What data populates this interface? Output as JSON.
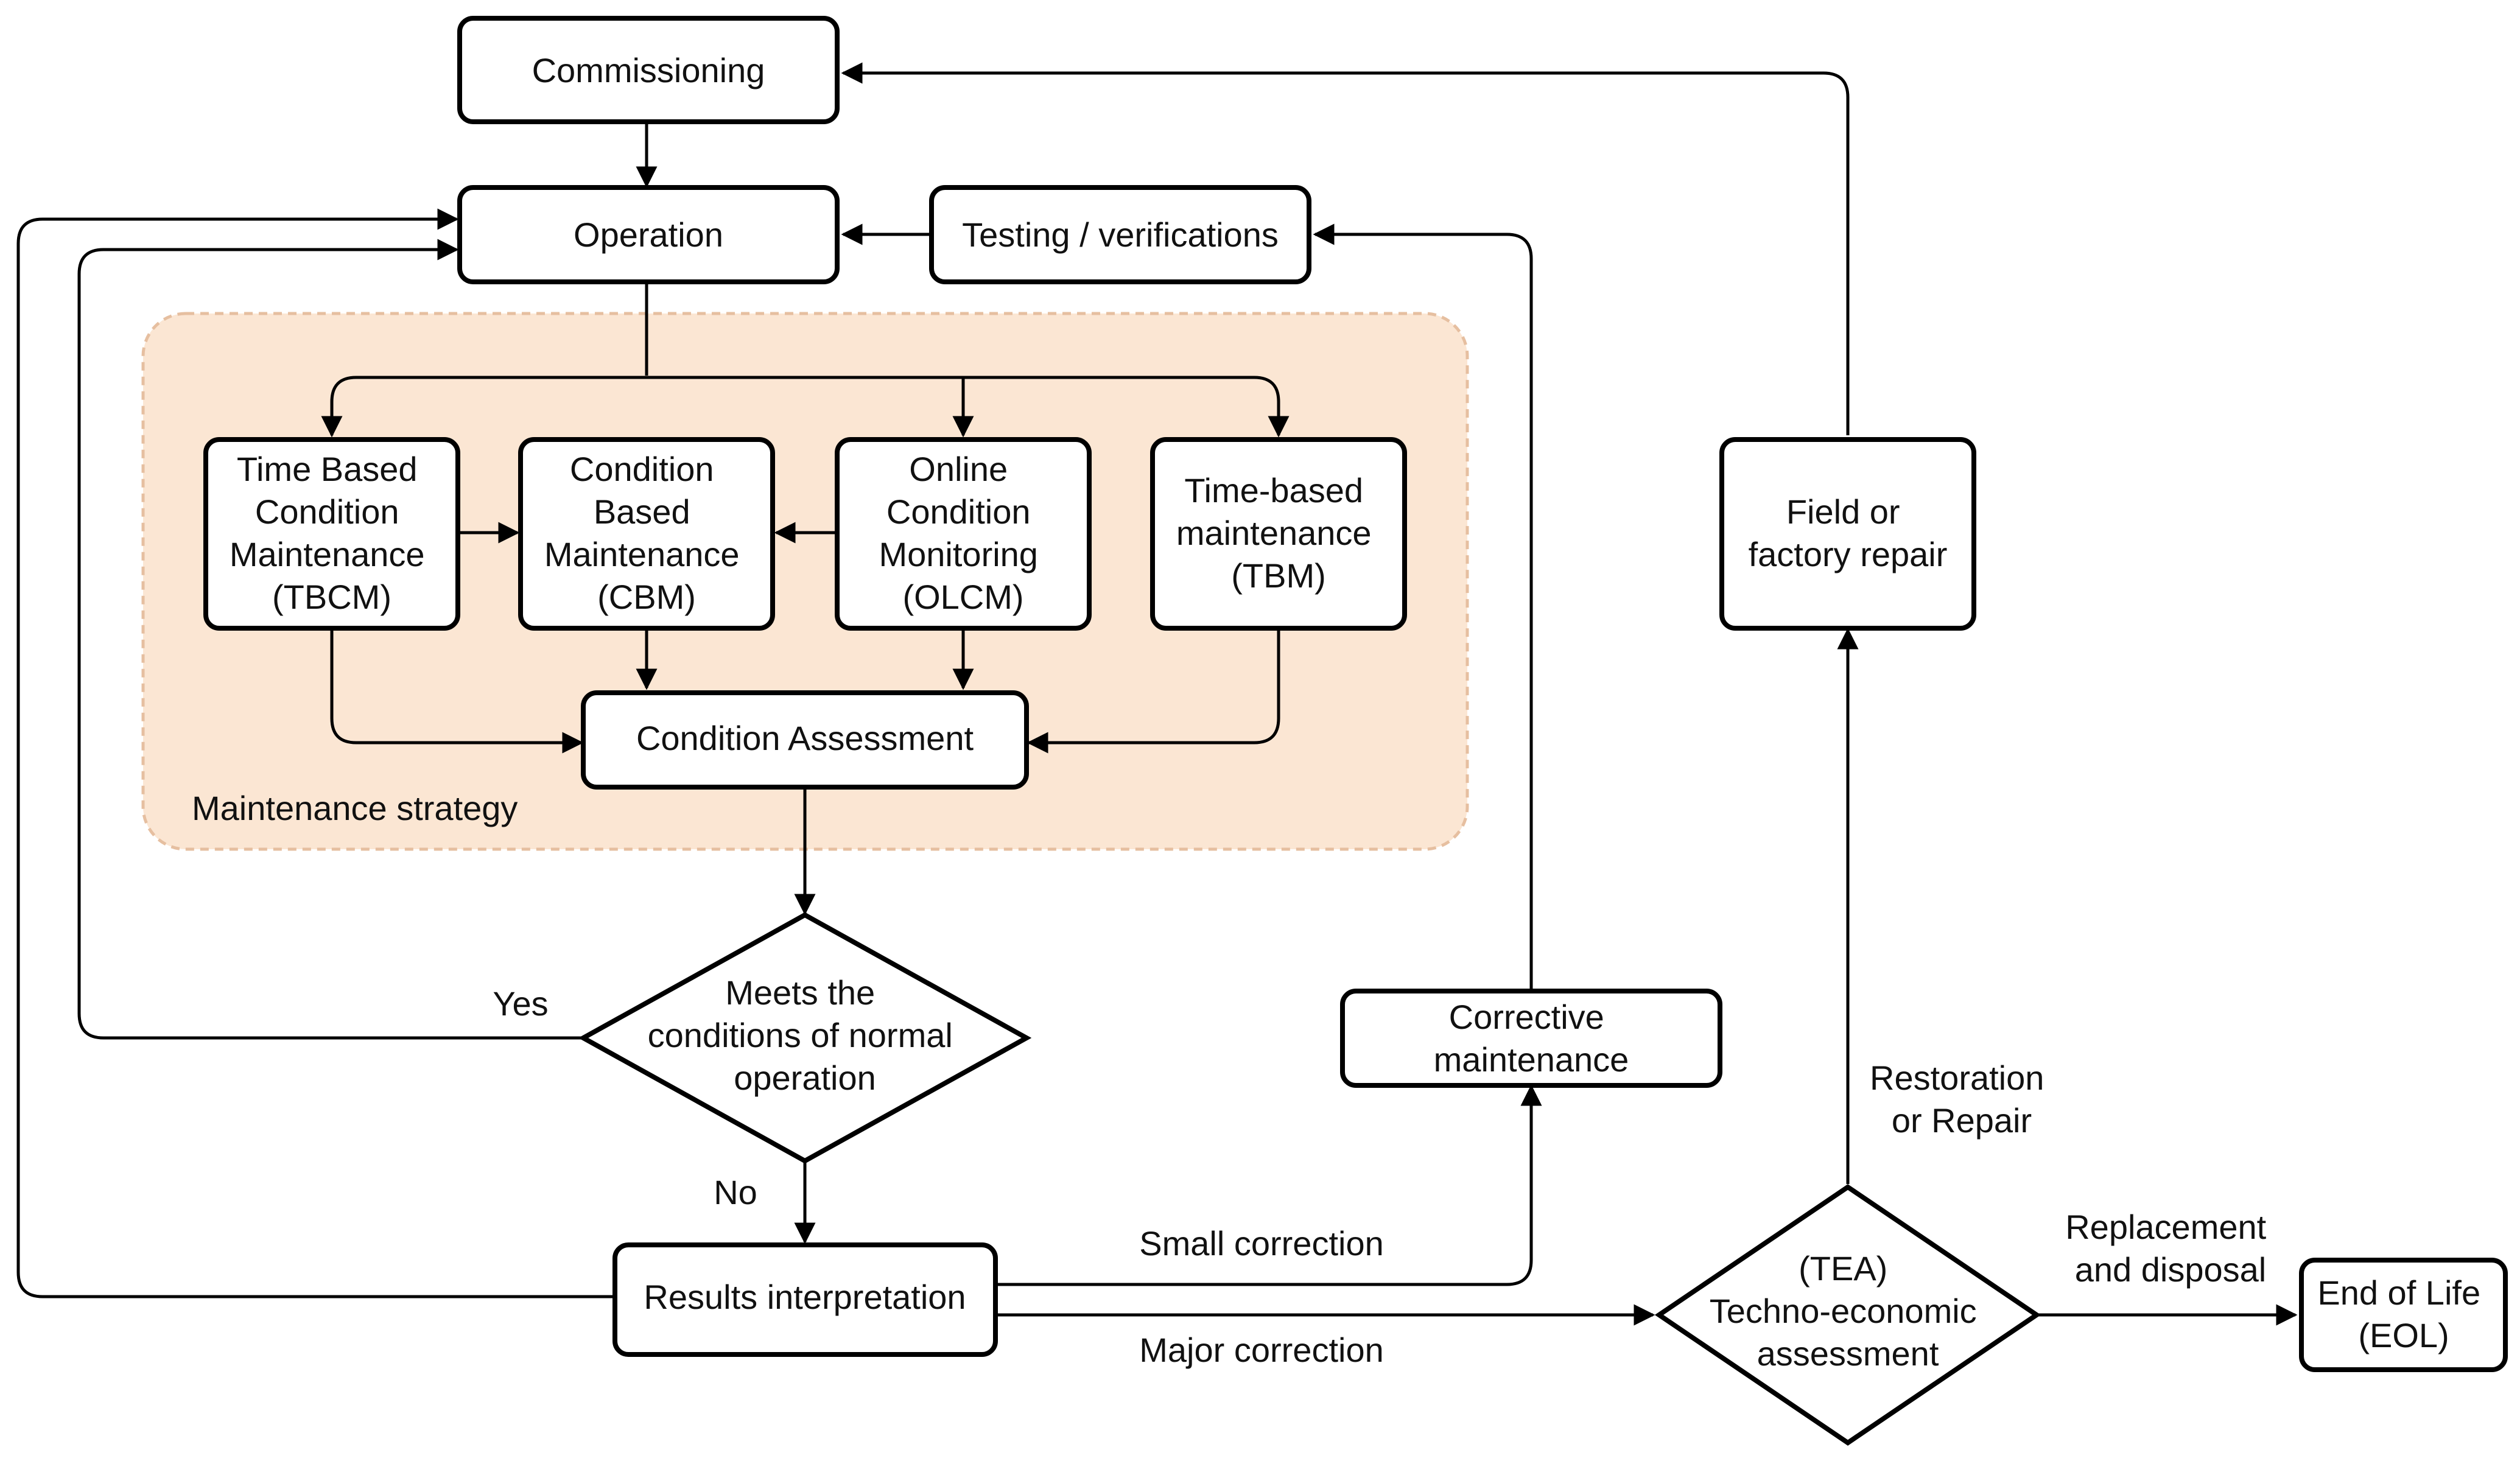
{
  "nodes": {
    "commissioning": "Commissioning",
    "operation": "Operation",
    "testing": "Testing / verifications",
    "tbcm": [
      "Time Based",
      "Condition",
      "Maintenance",
      "(TBCM)"
    ],
    "cbm": [
      "Condition",
      "Based",
      "Maintenance",
      "(CBM)"
    ],
    "olcm": [
      "Online",
      "Condition",
      "Monitoring",
      "(OLCM)"
    ],
    "tbm": [
      "Time-based",
      "maintenance",
      "(TBM)"
    ],
    "condition_assessment": "Condition Assessment",
    "group_label": "Maintenance strategy",
    "decision": [
      "Meets the",
      "conditions of normal",
      "operation"
    ],
    "results": "Results interpretation",
    "corrective": [
      "Corrective",
      "maintenance"
    ],
    "repair": [
      "Field or",
      "factory repair"
    ],
    "tea": [
      "(TEA)",
      "Techno-economic",
      "assessment"
    ],
    "eol": [
      "End of Life",
      "(EOL)"
    ]
  },
  "edge_labels": {
    "yes": "Yes",
    "no": "No",
    "small": "Small correction",
    "major": "Major correction",
    "restoration": [
      "Restoration",
      "or Repair"
    ],
    "replacement": [
      "Replacement",
      "and disposal"
    ]
  },
  "colors": {
    "group_fill": "#fbe6d3",
    "group_border": "#e6bfa0",
    "stroke": "#000000"
  }
}
